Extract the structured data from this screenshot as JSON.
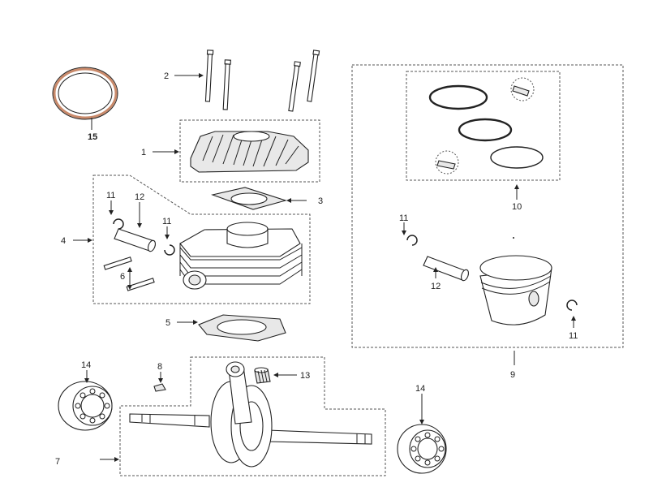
{
  "callouts": {
    "c1": "1",
    "c2": "2",
    "c3": "3",
    "c4": "4",
    "c5": "5",
    "c6": "6",
    "c7": "7",
    "c8": "8",
    "c9": "9",
    "c10": "10",
    "c11a": "11",
    "c11b": "11",
    "c11c": "11",
    "c11d": "11",
    "c12a": "12",
    "c12b": "12",
    "c13": "13",
    "c14a": "14",
    "c14b": "14",
    "c15": "15"
  },
  "colors": {
    "line": "#222222",
    "dash": "#555555",
    "gasket_ring": "#c98a6b",
    "fill": "#ffffff"
  }
}
